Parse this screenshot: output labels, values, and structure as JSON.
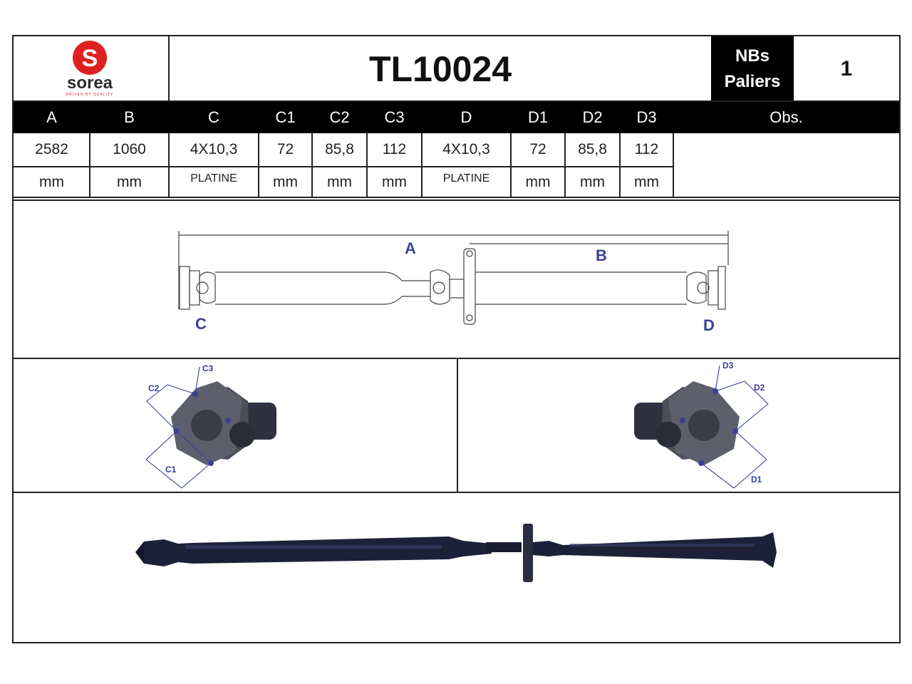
{
  "logo": {
    "name": "sorea",
    "tagline": "DRIVEN BY QUALITY",
    "letter": "S",
    "color": "#e0201f"
  },
  "title": "TL10024",
  "bearings": {
    "label_line1": "NBs",
    "label_line2": "Paliers",
    "value": "1"
  },
  "columns": [
    "A",
    "B",
    "C",
    "C1",
    "C2",
    "C3",
    "D",
    "D1",
    "D2",
    "D3",
    "Obs."
  ],
  "values": [
    "2582",
    "1060",
    "4X10,3",
    "72",
    "85,8",
    "112",
    "4X10,3",
    "72",
    "85,8",
    "112"
  ],
  "units": [
    "mm",
    "mm",
    "PLATINE",
    "mm",
    "mm",
    "mm",
    "PLATINE",
    "mm",
    "mm",
    "mm"
  ],
  "diagram": {
    "label_a": "A",
    "label_b": "B",
    "label_c": "C",
    "label_d": "D",
    "accent": "#3a3f9a"
  },
  "flange_left": {
    "c1": "C1",
    "c2": "C2",
    "c3": "C3"
  },
  "flange_right": {
    "d1": "D1",
    "d2": "D2",
    "d3": "D3"
  }
}
